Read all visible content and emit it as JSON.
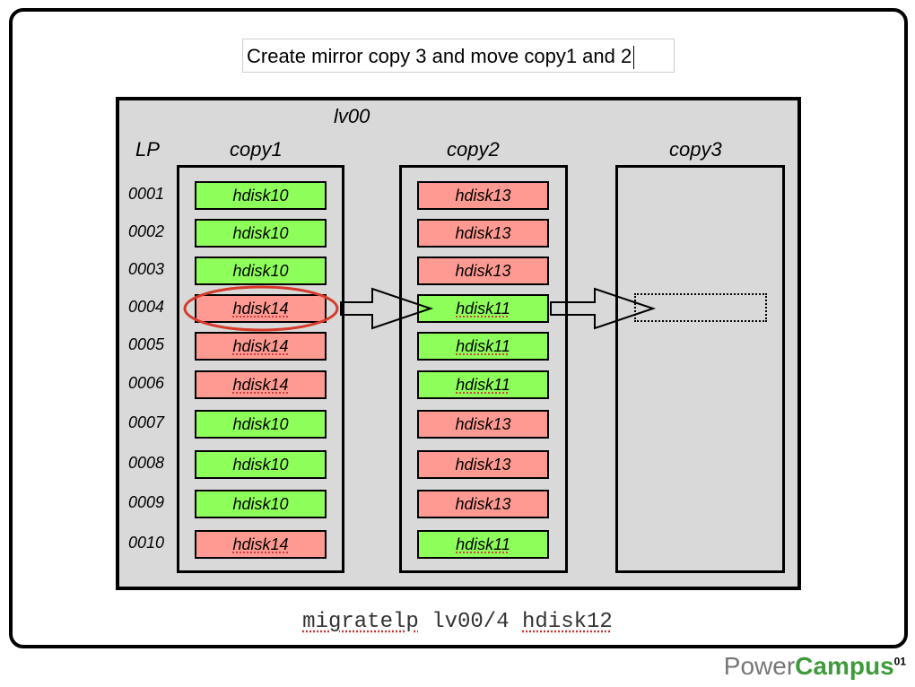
{
  "title": "Create mirror copy 3 and move copy1 and 2",
  "lv_label": "lv00",
  "lp_header": "LP",
  "copies": [
    {
      "label": "copy1"
    },
    {
      "label": "copy2"
    },
    {
      "label": "copy3"
    }
  ],
  "rows": [
    {
      "lp": "0001",
      "copy1": "hdisk10",
      "copy2": "hdisk13"
    },
    {
      "lp": "0002",
      "copy1": "hdisk10",
      "copy2": "hdisk13"
    },
    {
      "lp": "0003",
      "copy1": "hdisk10",
      "copy2": "hdisk13"
    },
    {
      "lp": "0004",
      "copy1": "hdisk14",
      "copy2": "hdisk11"
    },
    {
      "lp": "0005",
      "copy1": "hdisk14",
      "copy2": "hdisk11"
    },
    {
      "lp": "0006",
      "copy1": "hdisk14",
      "copy2": "hdisk11"
    },
    {
      "lp": "0007",
      "copy1": "hdisk10",
      "copy2": "hdisk13"
    },
    {
      "lp": "0008",
      "copy1": "hdisk10",
      "copy2": "hdisk13"
    },
    {
      "lp": "0009",
      "copy1": "hdisk10",
      "copy2": "hdisk13"
    },
    {
      "lp": "0010",
      "copy1": "hdisk14",
      "copy2": "hdisk11"
    }
  ],
  "colors": {
    "green": "#8eff5a",
    "red": "#ff9a92",
    "panel": "#d9d9d9",
    "highlight": "#d63a2a"
  },
  "command": {
    "cmd": "migratelp",
    "lv": "lv00/4",
    "disk": "hdisk12"
  },
  "logo": {
    "power": "Power",
    "campus": "Campus",
    "sup": "01"
  }
}
